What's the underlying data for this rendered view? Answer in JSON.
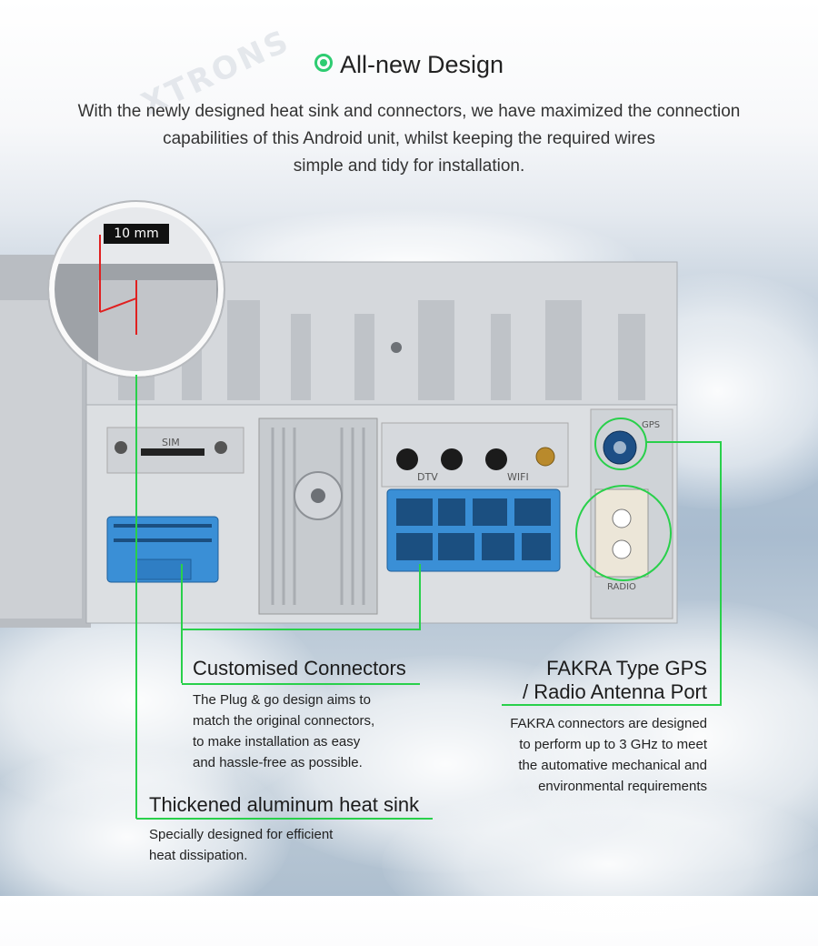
{
  "header": {
    "title_icon": "radio-button-icon",
    "title": "All-new Design",
    "intro_lines": [
      "With the newly designed heat sink and connectors, we have maximized the connection",
      "capabilities of this Android unit, whilst keeping the required wires",
      "simple and tidy for installation."
    ]
  },
  "zoom_label": "10 mm",
  "unit_labels": {
    "sim": "SIM",
    "dtv": "DTV",
    "wifi": "WIFI",
    "gps": "GPS",
    "radio": "RADIO"
  },
  "watermark": "XTRONS",
  "callouts": {
    "connectors": {
      "title": "Customised Connectors",
      "lines": [
        "The Plug & go design aims to",
        "match the original connectors,",
        "to make installation as easy",
        "and hassle-free as possible."
      ]
    },
    "fakra": {
      "title_lines": [
        "FAKRA Type GPS",
        "/ Radio Antenna Port"
      ],
      "lines": [
        "FAKRA connectors are designed",
        "to perform up to 3 GHz to meet",
        "the automative mechanical and",
        "environmental requirements"
      ]
    },
    "heatsink": {
      "title": "Thickened aluminum heat sink",
      "lines": [
        "Specially designed for efficient",
        "heat dissipation."
      ]
    }
  },
  "colors": {
    "accent_green": "#29d04b",
    "connector_blue": "#3a8fd6",
    "chassis": "#c9ccd0",
    "dimension_red": "#e02020"
  }
}
